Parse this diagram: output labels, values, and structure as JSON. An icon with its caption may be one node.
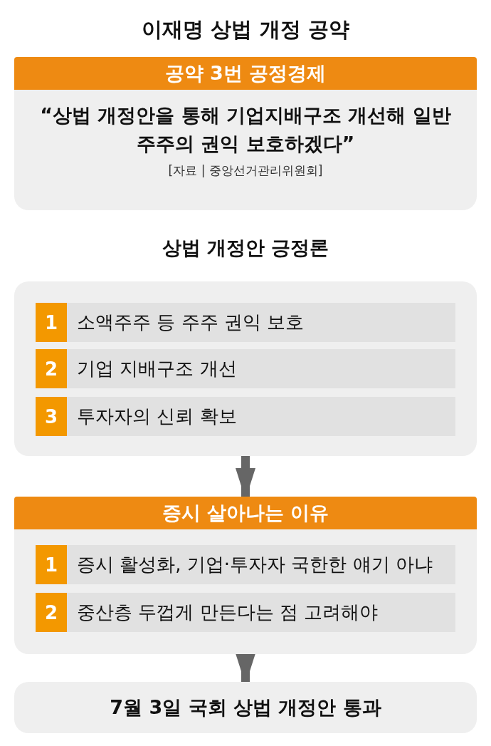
{
  "diagram": {
    "title": "이재명 상법 개정 공약",
    "nodes": [
      {
        "text": [
          "공약 3번 공정경제",
          "“상법 개정안을 통해 기업지배구조 개선해 일반 주주의 권익 보호하겠다”",
          "[자료 | 중앙선거관리위원회]"
        ]
      },
      {
        "text": [
          "상법 개정안 긍정론"
        ]
      },
      {
        "text": [
          "1",
          "소액주주 등 주주 권익 보호"
        ],
        "in": 1
      },
      {
        "text": [
          "2",
          "기업 지배구조 개선"
        ],
        "in": 1
      },
      {
        "text": [
          "3",
          "투자자의 신뢰 확보"
        ],
        "in": 1
      },
      {
        "text": [
          "증시 살아나는 이유"
        ]
      },
      {
        "text": [
          "1",
          "증시 활성화, 기업·투자자 국한한 얘기 아냐"
        ],
        "in": 5
      },
      {
        "text": [
          "2",
          "중산층 두껍게 만든다는 점 고려해야"
        ],
        "in": 5
      },
      {
        "text": [
          "7월 3일 국회 상법 개정안 통과"
        ]
      }
    ],
    "edges": [
      {
        "from": 1,
        "to": 5,
        "arrow": "to"
      },
      {
        "from": 5,
        "to": 8,
        "arrow": "to"
      }
    ]
  }
}
